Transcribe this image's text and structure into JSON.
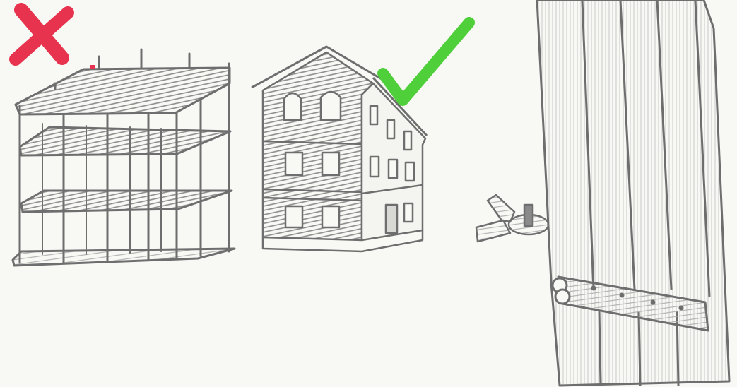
{
  "scene": {
    "background_color": "#f8f8f5",
    "ink_color": "#6e6e6e",
    "shade_color": "#9a9a9a",
    "panels": [
      {
        "name": "concrete-frame-building",
        "mark": "cross-icon",
        "mark_color": "#e8334f",
        "verdict": "wrong"
      },
      {
        "name": "timber-house",
        "mark": "check-icon",
        "mark_color": "#4fcf3a",
        "verdict": "right"
      },
      {
        "name": "door-hinge-detail",
        "mark": "",
        "mark_color": "",
        "verdict": ""
      }
    ]
  }
}
